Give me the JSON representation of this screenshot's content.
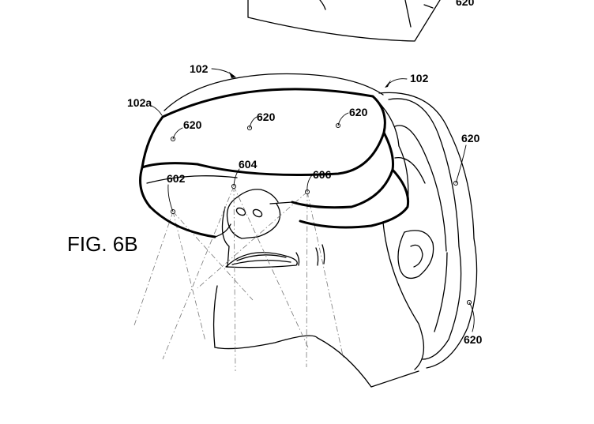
{
  "figure_caption": "FIG. 6B",
  "labels": {
    "hmd": "102",
    "hmd_2": "102",
    "hmd_surface": "102a",
    "top_clip": "620",
    "led_1": "620",
    "led_2": "620",
    "led_3": "620",
    "led_strap_upper": "620",
    "led_strap_lower": "620",
    "sensor_left": "602",
    "sensor_center": "604",
    "sensor_right": "606"
  }
}
